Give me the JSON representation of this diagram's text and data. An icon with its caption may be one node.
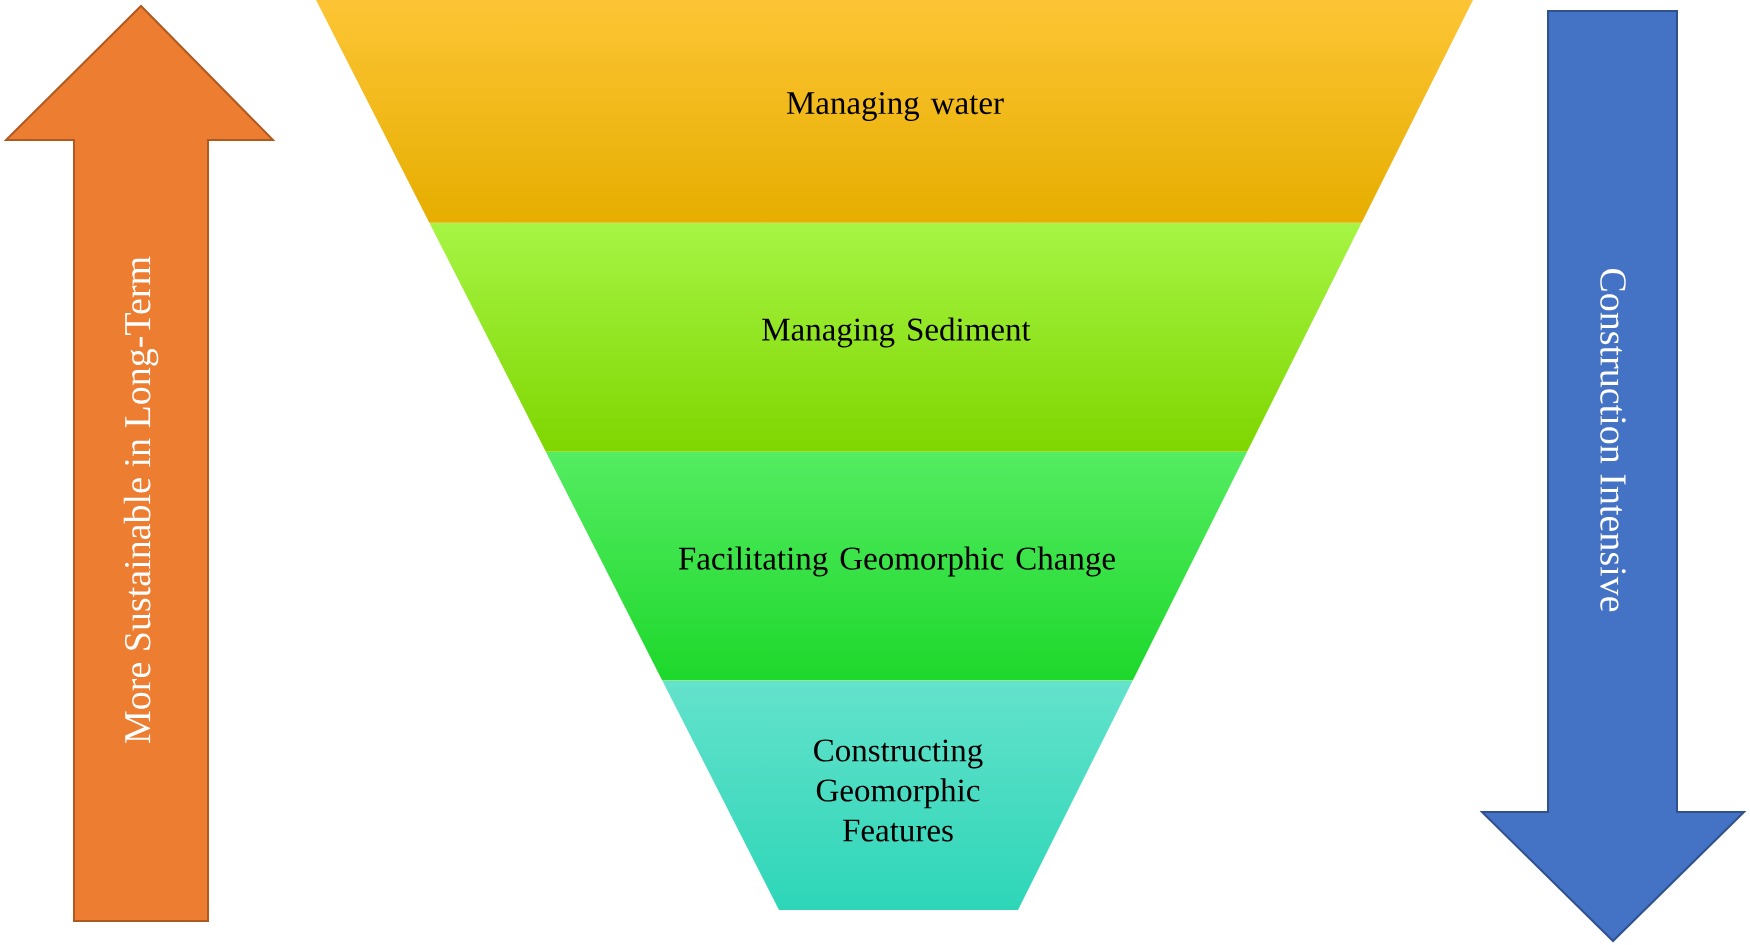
{
  "diagram": {
    "nodes": [
      {
        "text": [
          "More Sustainable in Long-Term"
        ]
      },
      {
        "text": [
          "Managing water"
        ]
      },
      {
        "text": [
          "Managing Sediment"
        ]
      },
      {
        "text": [
          "Facilitating Geomorphic Change"
        ]
      },
      {
        "text": [
          "Constructing Geomorphic Features"
        ]
      },
      {
        "text": [
          "Construction Intensive"
        ]
      }
    ]
  }
}
